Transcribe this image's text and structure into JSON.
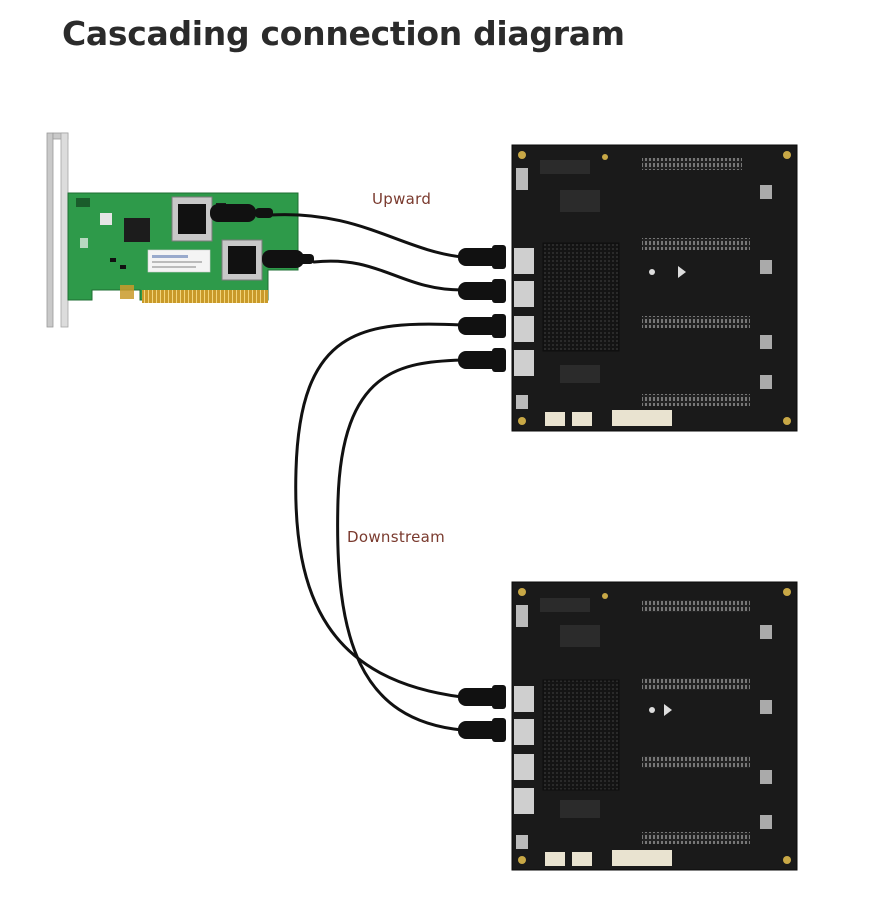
{
  "title": "Cascading connection diagram",
  "labels": {
    "upward": "Upward",
    "downstream": "Downstream"
  },
  "colors": {
    "title": "#2b2b2b",
    "label": "#7a3a2e",
    "hba_pcb": "#2e9a4a",
    "backplane_pcb": "#1a1a1a",
    "cable": "#111111",
    "gold_contacts": "#d8b24a"
  },
  "icons": {
    "hba_card": "pcie-adapter-card",
    "backplane": "expander-backplane",
    "cable": "slimsas-cable"
  }
}
